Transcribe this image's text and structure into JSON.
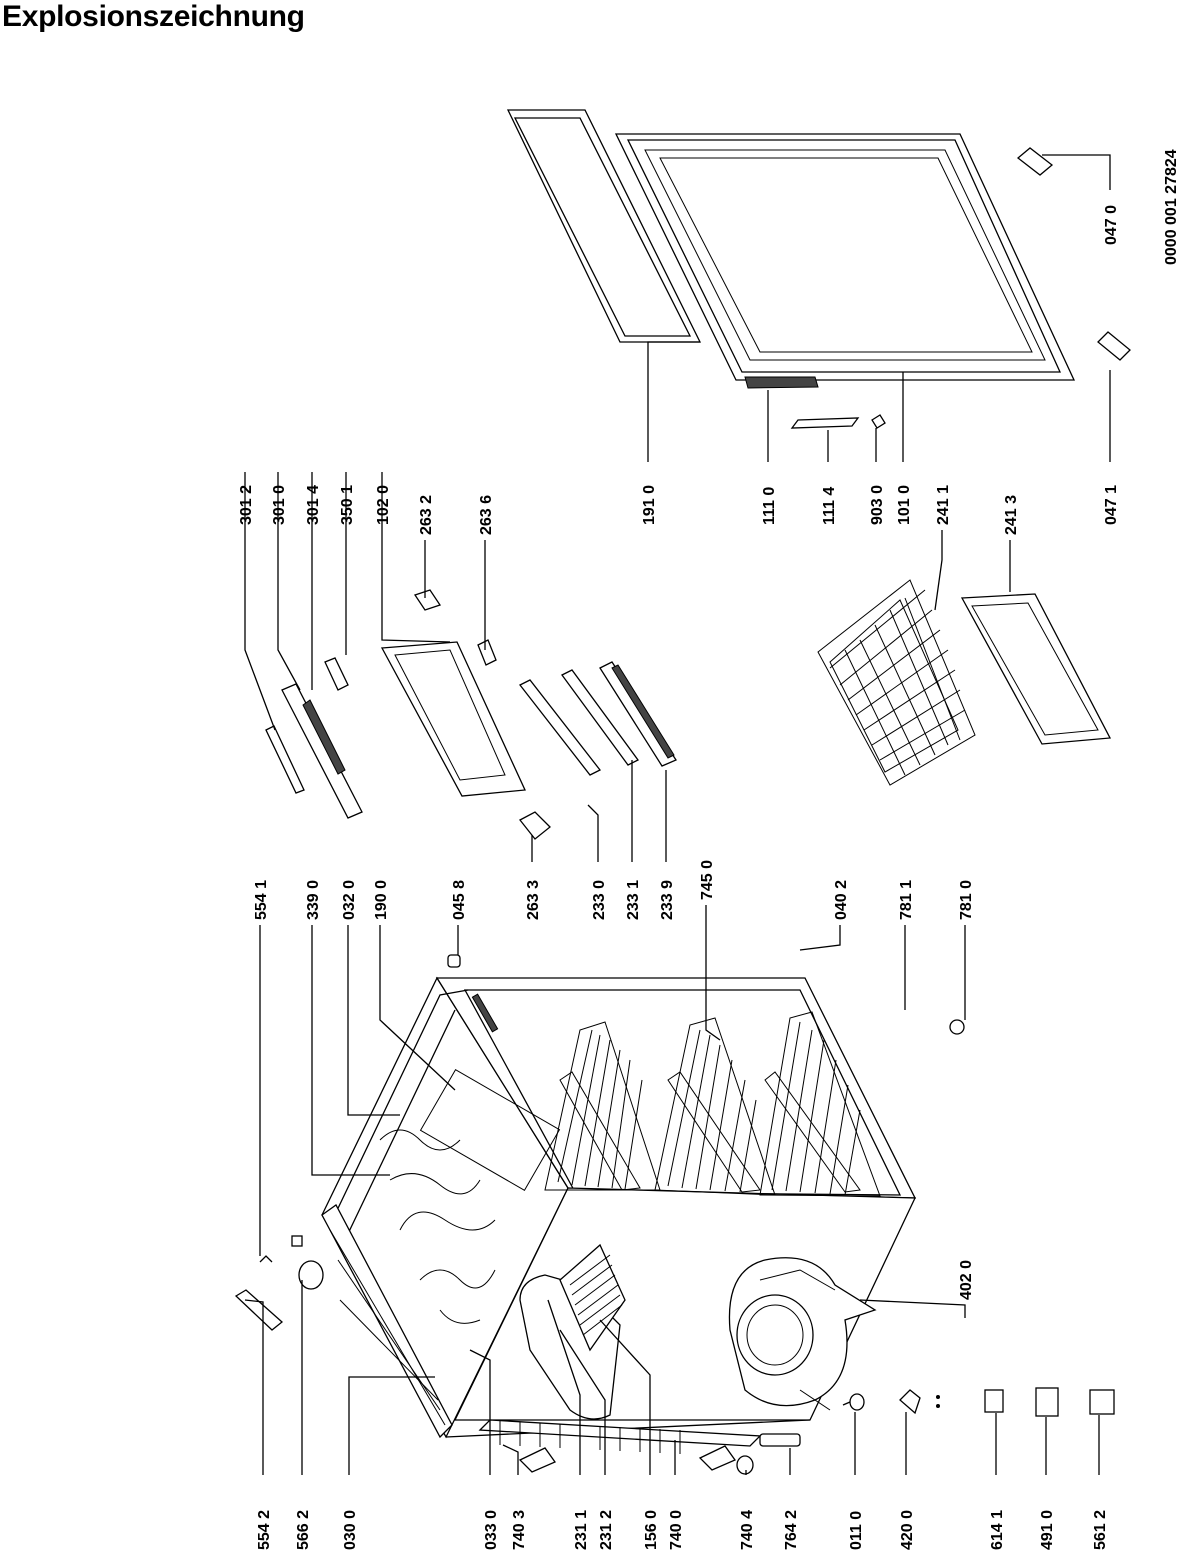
{
  "title": "Explosionszeichnung",
  "drawing_number": "0000 001 27824",
  "part_labels": {
    "l0": "554 2",
    "l1": "566 2",
    "l2": "030 0",
    "l3": "033 0",
    "l4": "740 3",
    "l5": "231 1",
    "l6": "231 2",
    "l7": "156 0",
    "l8": "740 0",
    "l9": "740 4",
    "l10": "764 2",
    "l11": "011 0",
    "l12": "420 0",
    "l13": "614 1",
    "l14": "491 0",
    "l15": "561 2",
    "l16": "402 0",
    "l17": "554 1",
    "l18": "339 0",
    "l19": "032 0",
    "l20": "190 0",
    "l21": "045 8",
    "l22": "263 3",
    "l23": "233 0",
    "l24": "233 1",
    "l25": "233 9",
    "l26": "745 0",
    "l27": "040 2",
    "l28": "781 1",
    "l29": "781 0",
    "l30": "301 2",
    "l31": "301 0",
    "l32": "301 4",
    "l33": "350 1",
    "l34": "102 0",
    "l35": "263 2",
    "l36": "263 6",
    "l37": "191 0",
    "l38": "111 0",
    "l39": "111 4",
    "l40": "903 0",
    "l41": "101 0",
    "l42": "241 1",
    "l43": "241 3",
    "l44": "047 1",
    "l45": "047 0"
  }
}
